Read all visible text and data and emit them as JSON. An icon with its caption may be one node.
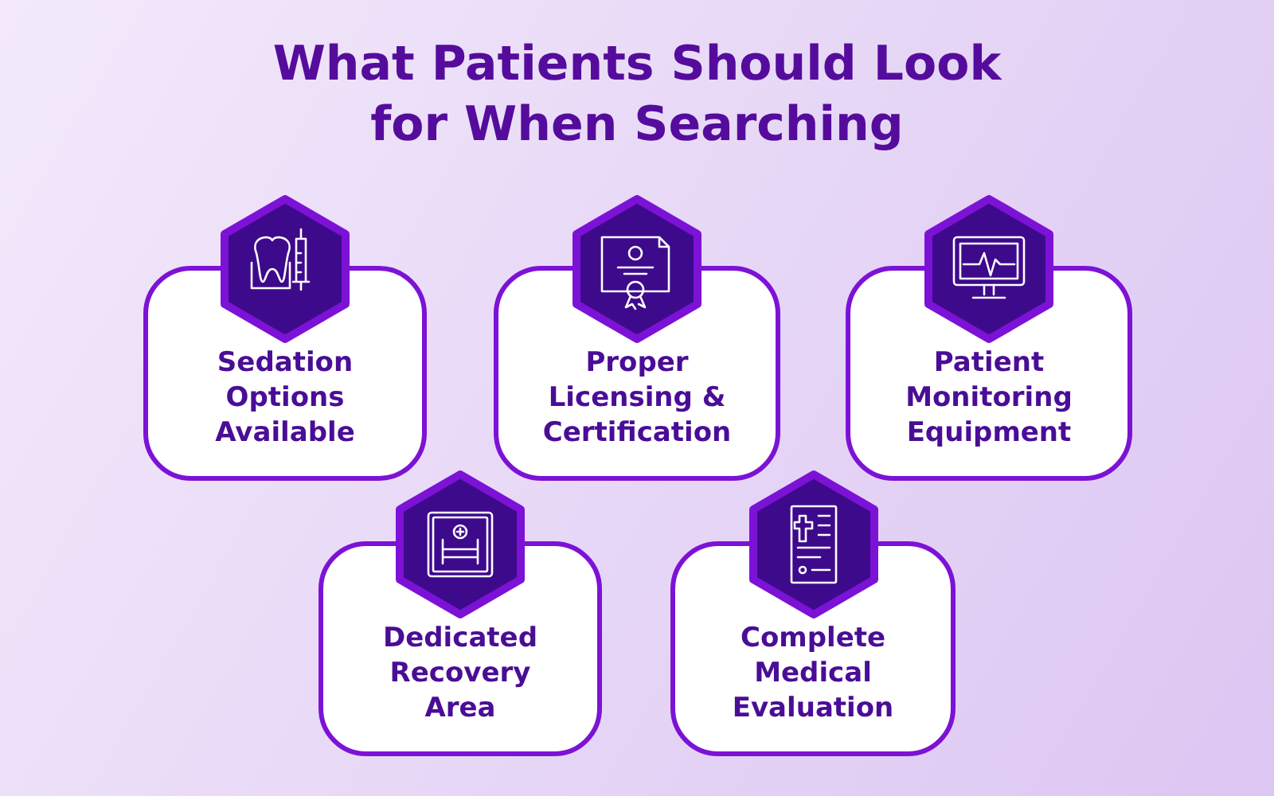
{
  "diagram": {
    "title": "What Patients Should Look for When Searching",
    "nodes": [
      {
        "text": [
          "Sedation Options Available"
        ]
      },
      {
        "text": [
          "Proper Licensing & Certification"
        ]
      },
      {
        "text": [
          "Patient Monitoring Equipment"
        ]
      },
      {
        "text": [
          "Dedicated Recovery Area"
        ]
      },
      {
        "text": [
          "Complete Medical Evaluation"
        ]
      }
    ]
  }
}
